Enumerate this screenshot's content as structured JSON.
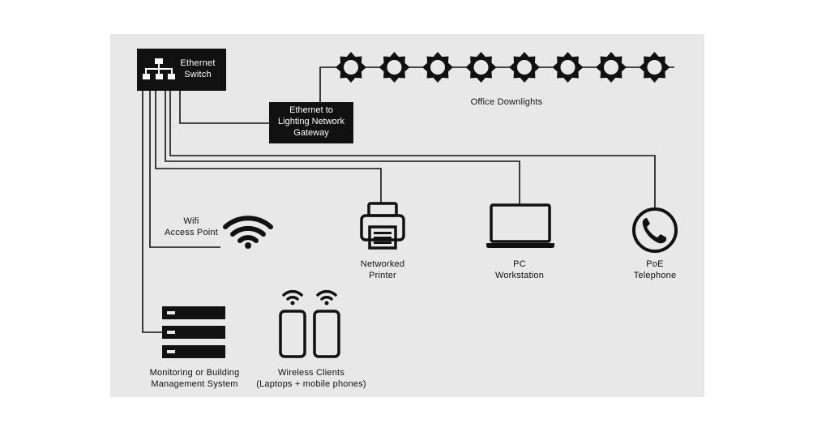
{
  "switch": {
    "line1": "Ethernet",
    "line2": "Switch"
  },
  "gateway": {
    "line1": "Ethernet to",
    "line2": "Lighting Network",
    "line3": "Gateway"
  },
  "downlights": {
    "label": "Office Downlights",
    "count": 8
  },
  "wifi": {
    "line1": "Wifi",
    "line2": "Access Point"
  },
  "printer": {
    "line1": "Networked",
    "line2": "Printer"
  },
  "pc": {
    "line1": "PC",
    "line2": "Workstation"
  },
  "phone": {
    "line1": "PoE",
    "line2": "Telephone"
  },
  "bms": {
    "line1": "Monitoring or Building",
    "line2": "Management System"
  },
  "clients": {
    "line1": "Wireless Clients",
    "line2": "(Laptops + mobile phones)"
  },
  "colors": {
    "panel": "#e8e8e8",
    "ink": "#111111",
    "box_text": "#ffffff"
  }
}
